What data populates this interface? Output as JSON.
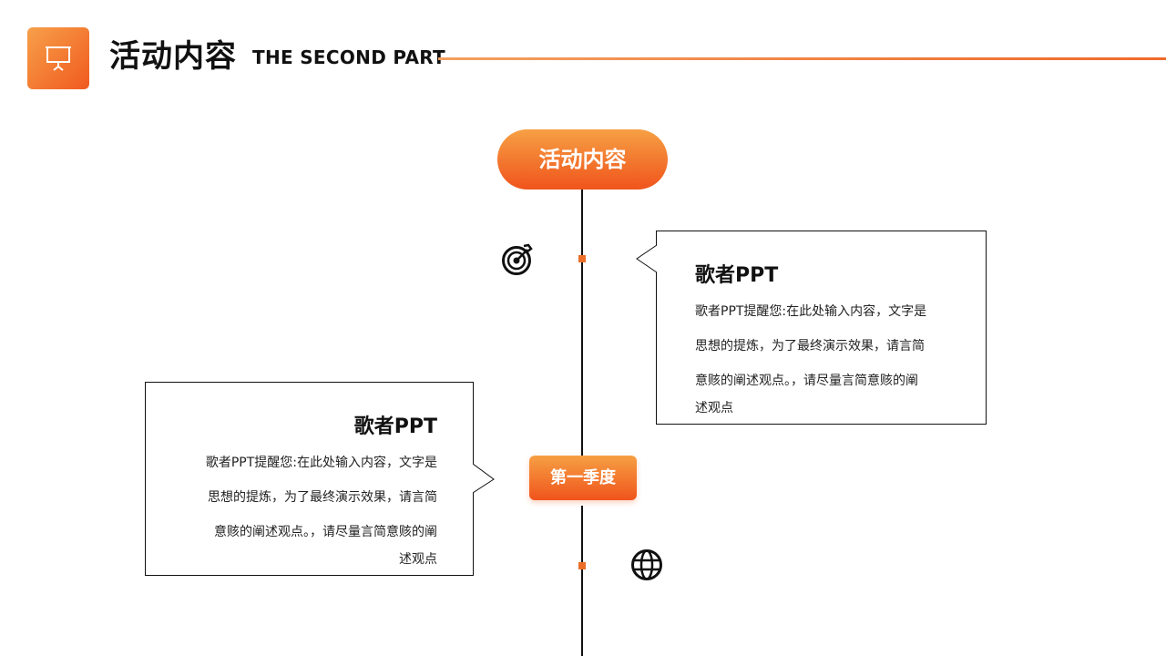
{
  "header": {
    "title": "活动内容",
    "subtitle": "THE SECOND PART",
    "icon": "presentation-board-icon",
    "accent_start": "#f7a04a",
    "accent_end": "#f05a1e"
  },
  "timeline": {
    "top_label": "活动内容",
    "season_label": "第一季度",
    "icons": [
      "target-icon",
      "globe-icon"
    ]
  },
  "cards": [
    {
      "title": "歌者PPT",
      "lines": [
        "歌者PPT提醒您:在此处输入内容，文字是",
        "思想的提炼，为了最终演示效果，请言简",
        "意赅的阐述观点。，请尽量言简意赅的阐",
        "述观点"
      ]
    },
    {
      "title": "歌者PPT",
      "lines": [
        "歌者PPT提醒您:在此处输入内容，文字是",
        "思想的提炼，为了最终演示效果，请言简",
        "意赅的阐述观点。，请尽量言简意赅的阐",
        "述观点"
      ]
    }
  ]
}
